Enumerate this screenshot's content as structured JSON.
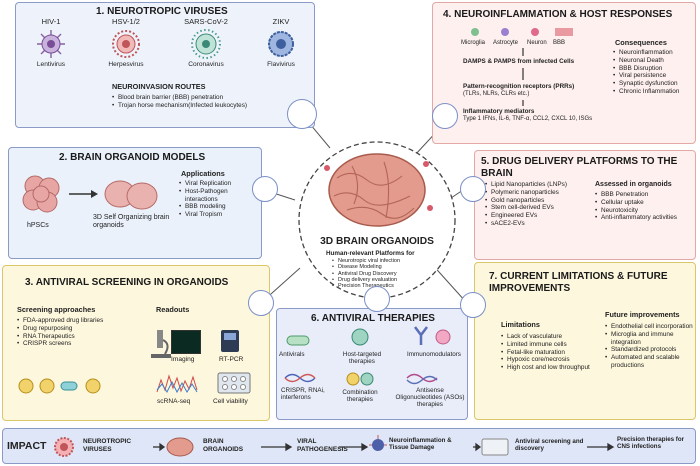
{
  "p1": {
    "title": "1. NEUROTROPIC VIRUSES",
    "viruses": [
      {
        "name": "HIV-1",
        "family": "Lentivirus"
      },
      {
        "name": "HSV-1/2",
        "family": "Herpesvirus"
      },
      {
        "name": "SARS-CoV-2",
        "family": "Coronavirus"
      },
      {
        "name": "ZIKV",
        "family": "Flavivirus"
      }
    ],
    "routes_title": "NEUROINVASION ROUTES",
    "routes": [
      "Blood brain barrier (BBB) penetration",
      "Trojan horse mechanism(Infected leukocytes)"
    ]
  },
  "p2": {
    "title": "2. BRAIN ORGANOID MODELS",
    "hpsc": "hPSCs",
    "organoid": "3D Self Organizing brain  organoids",
    "apps_title": "Applications",
    "apps": [
      "Viral Replication",
      "Host-Pathogen interactions",
      "BBB modeling",
      "Viral Tropism"
    ]
  },
  "center": {
    "title": "3D BRAIN ORGANOIDS",
    "subtitle": "Human-relevant Platforms for",
    "items": [
      "Neurotropic viral infection",
      "Disease Modeling",
      "Antiviral Drug Discovery",
      "Drug delivery evaluation",
      "Precision Therapeutics"
    ]
  },
  "p3": {
    "title": "3. ANTIVIRAL SCREENING IN ORGANOIDS",
    "approach_title": "Screening approaches",
    "approaches": [
      "FDA-approved drug libraries",
      "Drug repurposing",
      "RNA Therapeutics",
      "CRISPR screens"
    ],
    "readouts_title": "Readouts",
    "readouts": [
      "Imaging",
      "RT-PCR",
      "scRNA-seq",
      "Cell viability"
    ]
  },
  "p4": {
    "title": "4. NEUROINFLAMMATION & HOST RESPONSES",
    "cells": [
      "Microglia",
      "Astrocyte",
      "Neuron",
      "BBB"
    ],
    "damps": "DAMPS & PAMPS from infected Cells",
    "prr": "Pattern-recognition receptors (PRRs)",
    "prr_sub": "(TLRs, NLRs, CLRs etc.)",
    "mediators_title": "Inflammatory mediators",
    "mediators": "Type 1 IFNs, IL-6, TNF-α, CCL2, CXCL 10, ISGs",
    "cons_title": "Consequences",
    "cons": [
      "Neuroinflammation",
      "Neuronal Death",
      "BBB Disruption",
      "Viral persistence",
      "Synaptic dysfunction",
      "Chronic Inflammation"
    ]
  },
  "p5": {
    "title_a": "5. DRUG DELIVERY PLATFORMS TO THE",
    "title_b": "BRAIN",
    "platforms": [
      "Lipid Nanoparticles (LNPs)",
      "Polymeric nanoparticles",
      "Gold nanoparticles",
      "Stem cell-derived EVs",
      "Engineered EVs",
      "sACE2-EVs"
    ],
    "assessed_title": "Assessed in organoids",
    "assessed": [
      "BBB Penetration",
      "Cellular uptake",
      "Neurotoxicity",
      "Anti-inflammatory activities"
    ]
  },
  "p6": {
    "title": "6. ANTIVIRAL THERAPIES",
    "items": [
      "Antivirals",
      "Host-targeted therapies",
      "Immunomodulators",
      "CRISPR, RNAi, interferons",
      "Combination therapies",
      "Antisense Oligonucleotides (ASOs) therapies"
    ]
  },
  "p7": {
    "title_a": "7. CURRENT LIMITATIONS & FUTURE",
    "title_b": "IMPROVEMENTS",
    "lim_title": "Limitations",
    "limitations": [
      "Lack of vasculature",
      "Limited immune cells",
      "Fetal-like maturation",
      "Hypoxic core/necrosis",
      "High cost and low throughput"
    ],
    "fut_title": "Future improvements",
    "future": [
      "Endothelial cell incorporation",
      "Microglia and immune integration",
      "Standardized protocols",
      "Automated and scalable productions"
    ]
  },
  "impact": {
    "label": "IMPACT",
    "steps": [
      "NEUROTROPIC VIRUSES",
      "BRAIN ORGANOIDS",
      "VIRAL PATHOGENESIS",
      "Neuroinflammation & Tissue Damage",
      "Antiviral screening and discovery",
      "Precision therapies for CNS infections"
    ]
  },
  "colors": {
    "p1": "#eef3fb",
    "p2": "#eaf1fb",
    "p3": "#fdf7dd",
    "p4": "#fdf0ef",
    "p5": "#fdf0ef",
    "p6": "#e8edf9",
    "p7": "#fdf7dd",
    "impact": "#dfe6f7",
    "border_blue": "#8a9bc7",
    "border_yellow": "#d9c76a",
    "border_pink": "#e3a9a6"
  }
}
